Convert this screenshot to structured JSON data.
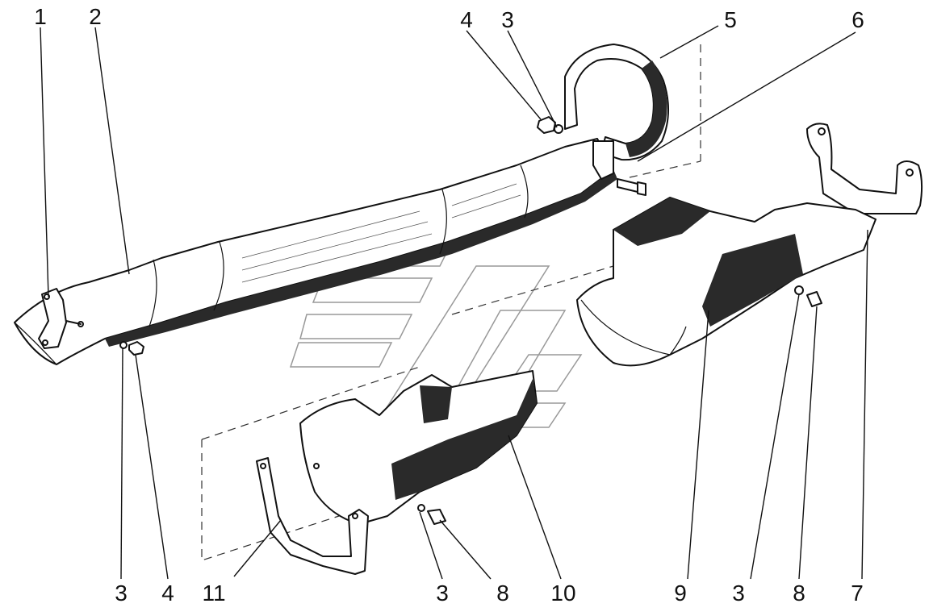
{
  "labels": {
    "top_1": "1",
    "top_2": "2",
    "top_4": "4",
    "top_3": "3",
    "top_5": "5",
    "top_6": "6",
    "bottom_3a": "3",
    "bottom_4": "4",
    "bottom_11": "11",
    "bottom_3b": "3",
    "bottom_8a": "8",
    "bottom_10": "10",
    "bottom_9": "9",
    "bottom_3c": "3",
    "bottom_8b": "8",
    "bottom_7": "7"
  }
}
